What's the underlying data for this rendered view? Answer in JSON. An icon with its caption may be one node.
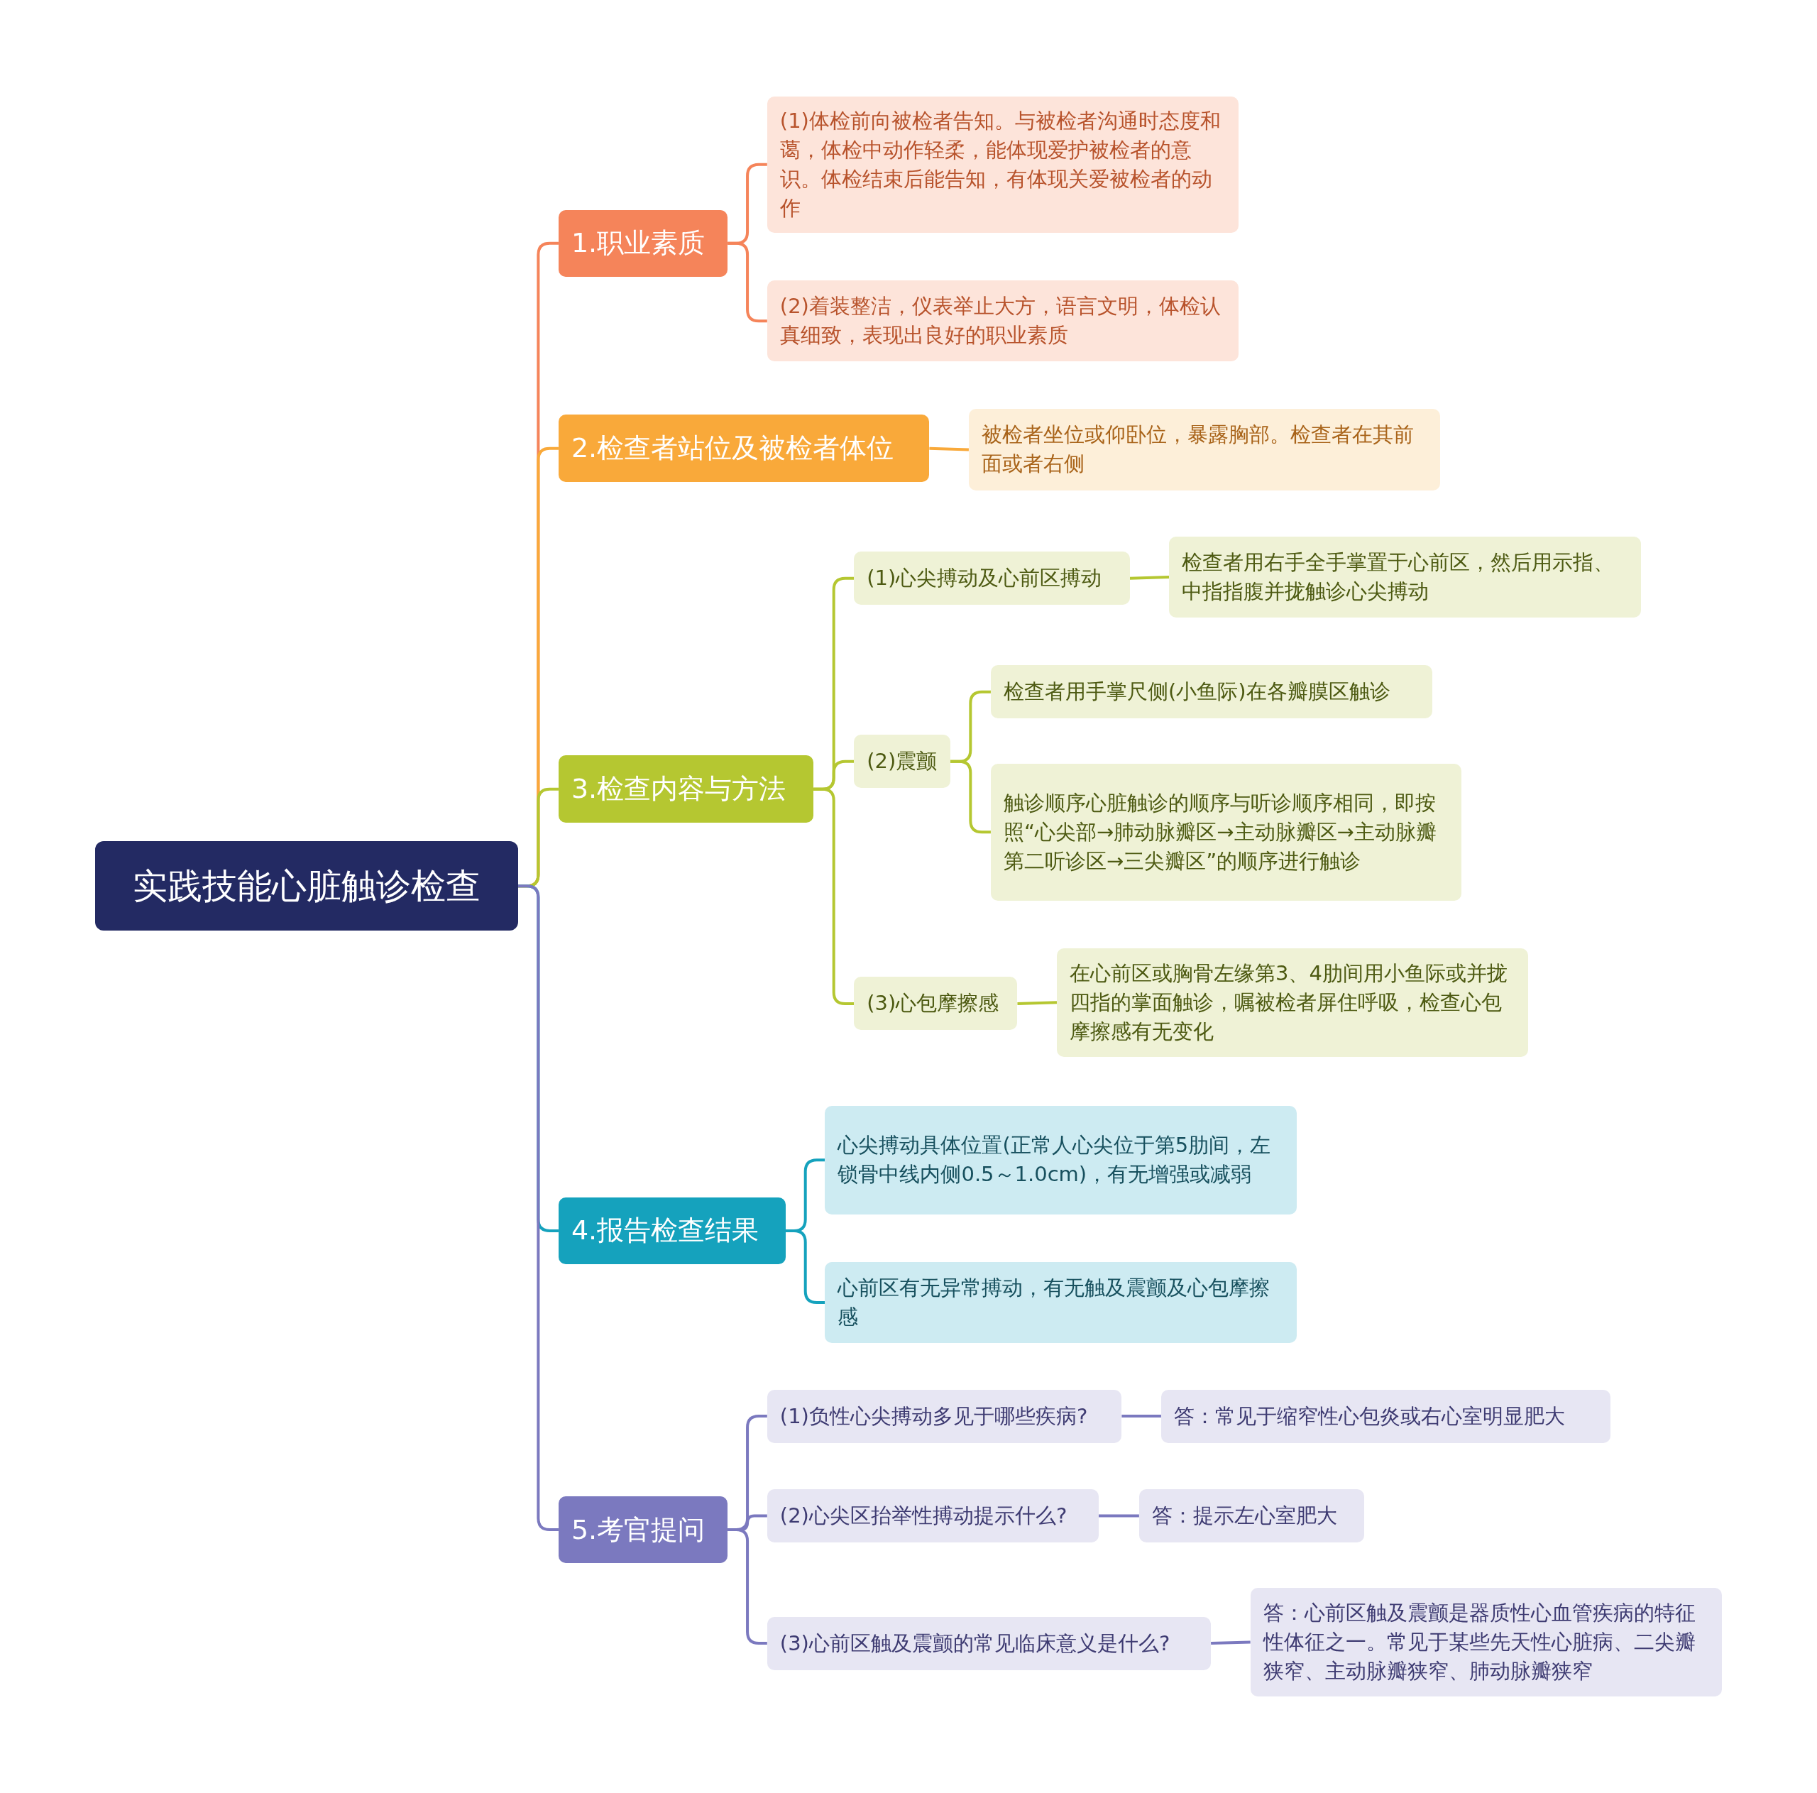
{
  "diagram": {
    "nodes": [
      {
        "text": [
          "实践技能心脏触诊检查"
        ]
      },
      {
        "text": [
          "1.职业素质"
        ]
      },
      {
        "text": [
          "(1)体检前向被检者告知。与被检者沟通时态度和蔼，体检中动作轻柔，能体现爱护被检者的意识。体检结束后能告知，有体现关爱被检者的动作"
        ]
      },
      {
        "text": [
          "(2)着装整洁，仪表举止大方，语言文明，体检认真细致，表现出良好的职业素质"
        ]
      },
      {
        "text": [
          "2.检查者站位及被检者体位"
        ]
      },
      {
        "text": [
          "被检者坐位或仰卧位，暴露胸部。检查者在其前面或者右侧"
        ]
      },
      {
        "text": [
          "3.检查内容与方法"
        ]
      },
      {
        "text": [
          "(1)心尖搏动及心前区搏动"
        ]
      },
      {
        "text": [
          "检查者用右手全手掌置于心前区，然后用示指、中指指腹并拢触诊心尖搏动"
        ]
      },
      {
        "text": [
          "(2)震颤"
        ]
      },
      {
        "text": [
          "检查者用手掌尺侧(小鱼际)在各瓣膜区触诊"
        ]
      },
      {
        "text": [
          "触诊顺序心脏触诊的顺序与听诊顺序相同，即按照“心尖部→肺动脉瓣区→主动脉瓣区→主动脉瓣第二听诊区→三尖瓣区”的顺序进行触诊"
        ]
      },
      {
        "text": [
          "(3)心包摩擦感"
        ]
      },
      {
        "text": [
          "在心前区或胸骨左缘第3、4肋间用小鱼际或并拢四指的掌面触诊，嘱被检者屏住呼吸，检查心包摩擦感有无变化"
        ]
      },
      {
        "text": [
          "4.报告检查结果"
        ]
      },
      {
        "text": [
          "心尖搏动具体位置(正常人心尖位于第5肋间，左锁骨中线内侧0.5～1.0cm)，有无增强或减弱"
        ]
      },
      {
        "text": [
          "心前区有无异常搏动，有无触及震颤及心包摩擦感"
        ]
      },
      {
        "text": [
          "5.考官提问"
        ]
      },
      {
        "text": [
          "(1)负性心尖搏动多见于哪些疾病?"
        ]
      },
      {
        "text": [
          "答：常见于缩窄性心包炎或右心室明显肥大"
        ]
      },
      {
        "text": [
          "(2)心尖区抬举性搏动提示什么?"
        ]
      },
      {
        "text": [
          "答：提示左心室肥大"
        ]
      },
      {
        "text": [
          "(3)心前区触及震颤的常见临床意义是什么?"
        ]
      },
      {
        "text": [
          "答：心前区触及震颤是器质性心血管疾病的特征性体征之一。常见于某些先天性心脏病、二尖瓣狭窄、主动脉瓣狭窄、肺动脉瓣狭窄"
        ]
      }
    ],
    "edges": [
      {
        "from": 0,
        "to": 1,
        "arrow": "none",
        "color": "#f5845a"
      },
      {
        "from": 0,
        "to": 4,
        "arrow": "none",
        "color": "#f9a93a"
      },
      {
        "from": 0,
        "to": 6,
        "arrow": "none",
        "color": "#b5c731"
      },
      {
        "from": 0,
        "to": 14,
        "arrow": "none",
        "color": "#15a2bd"
      },
      {
        "from": 0,
        "to": 17,
        "arrow": "none",
        "color": "#7b79bf"
      },
      {
        "from": 1,
        "to": 2,
        "arrow": "none",
        "color": "#f5845a"
      },
      {
        "from": 1,
        "to": 3,
        "arrow": "none",
        "color": "#f5845a"
      },
      {
        "from": 4,
        "to": 5,
        "arrow": "none",
        "color": "#f9a93a"
      },
      {
        "from": 6,
        "to": 7,
        "arrow": "none",
        "color": "#b5c731"
      },
      {
        "from": 6,
        "to": 9,
        "arrow": "none",
        "color": "#b5c731"
      },
      {
        "from": 6,
        "to": 12,
        "arrow": "none",
        "color": "#b5c731"
      },
      {
        "from": 7,
        "to": 8,
        "arrow": "none",
        "color": "#b5c731"
      },
      {
        "from": 9,
        "to": 10,
        "arrow": "none",
        "color": "#b5c731"
      },
      {
        "from": 9,
        "to": 11,
        "arrow": "none",
        "color": "#b5c731"
      },
      {
        "from": 12,
        "to": 13,
        "arrow": "none",
        "color": "#b5c731"
      },
      {
        "from": 14,
        "to": 15,
        "arrow": "none",
        "color": "#15a2bd"
      },
      {
        "from": 14,
        "to": 16,
        "arrow": "none",
        "color": "#15a2bd"
      },
      {
        "from": 17,
        "to": 18,
        "arrow": "none",
        "color": "#7b79bf"
      },
      {
        "from": 17,
        "to": 20,
        "arrow": "none",
        "color": "#7b79bf"
      },
      {
        "from": 17,
        "to": 22,
        "arrow": "none",
        "color": "#7b79bf"
      },
      {
        "from": 18,
        "to": 19,
        "arrow": "none",
        "color": "#7b79bf"
      },
      {
        "from": 20,
        "to": 21,
        "arrow": "none",
        "color": "#7b79bf"
      },
      {
        "from": 22,
        "to": 23,
        "arrow": "none",
        "color": "#7b79bf"
      }
    ]
  }
}
